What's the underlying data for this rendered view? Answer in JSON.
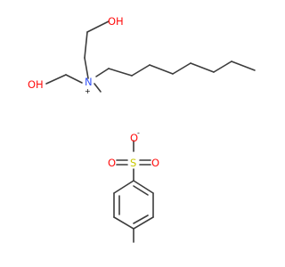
{
  "colors": {
    "bond": "#3c3c3c",
    "oxygen": "#ff0d0d",
    "nitrogen": "#3050f8",
    "sulfur": "#c8c800",
    "charge": "#000000"
  },
  "labels": {
    "oh_top": "OH",
    "oh_left": "OH",
    "n_symbol": "N",
    "n_charge": "+",
    "o_sulfonate": "O",
    "o_minus": "-",
    "o_left": "O",
    "s_symbol": "S",
    "o_right": "O"
  }
}
